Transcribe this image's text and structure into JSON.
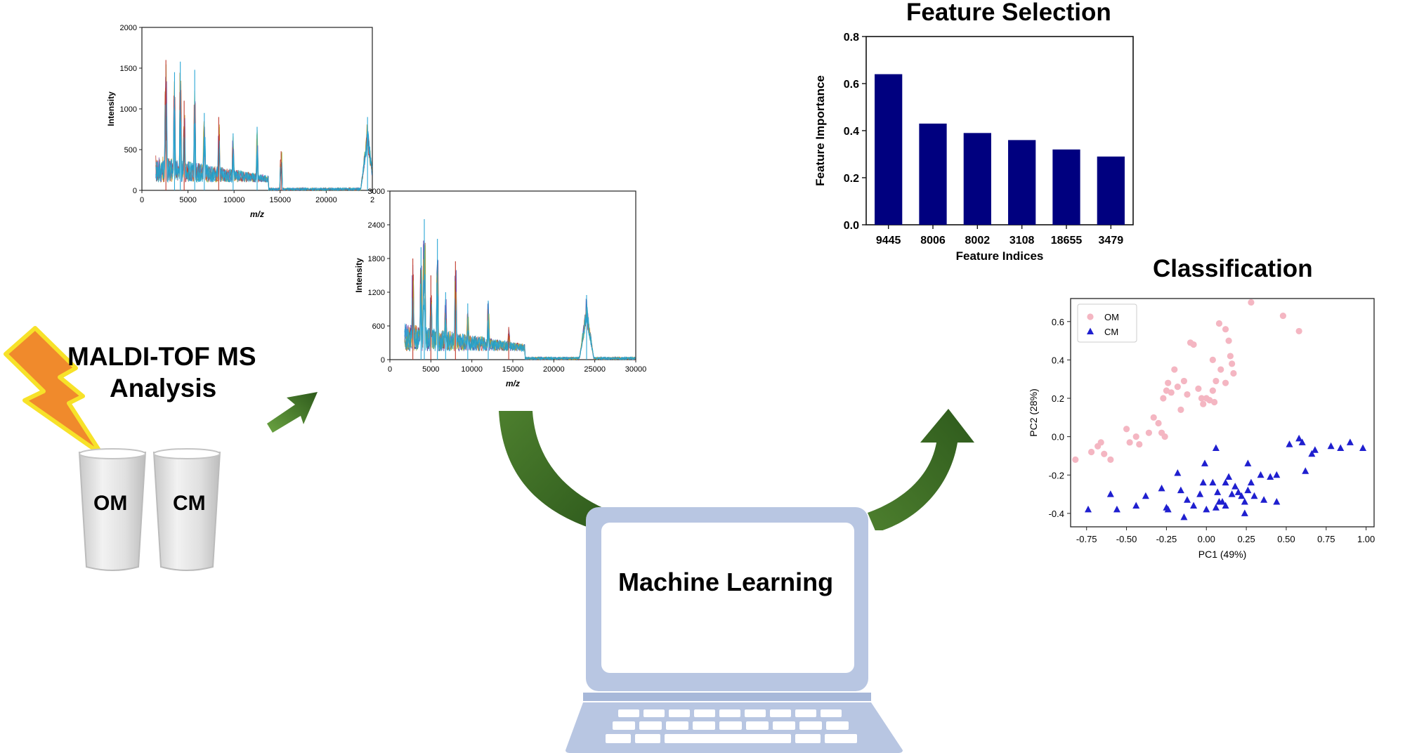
{
  "colors": {
    "bar": "#00007f",
    "om": "#f4b6c2",
    "cm": "#1f1fcf",
    "arrow_dark": "#2e5a1c",
    "arrow_light": "#6aa341",
    "laptop": "#b8c6e2",
    "laptop_screen": "#ffffff",
    "lightning": "#f08a2c",
    "lightning_edge": "#f7e229"
  },
  "labels": {
    "analysis_line1": "MALDI-TOF MS",
    "analysis_line2": "Analysis",
    "milk_om": "OM",
    "milk_cm": "CM",
    "machine_learning": "Machine Learning",
    "feature_selection": "Feature Selection",
    "classification": "Classification"
  },
  "icons": {
    "lightning": "lightning-icon",
    "glass": "milk-glass-icon",
    "laptop": "laptop-icon",
    "arrow": "curved-arrow-icon"
  },
  "chart_data": [
    {
      "id": "spectrum1",
      "type": "line",
      "ylabel": "Intensity",
      "xlabel": "m/z",
      "xlim": [
        0,
        24000
      ],
      "ylim": [
        0,
        2000
      ],
      "xticks": [
        "0",
        "5000",
        "10000",
        "15000",
        "20000",
        "2"
      ],
      "yticks": [
        "0",
        "500",
        "1000",
        "1500",
        "2000"
      ],
      "peaks": [
        [
          2500,
          1600
        ],
        [
          3400,
          1450
        ],
        [
          4000,
          1580
        ],
        [
          4400,
          1100
        ],
        [
          5500,
          1480
        ],
        [
          6500,
          950
        ],
        [
          8000,
          900
        ],
        [
          9500,
          700
        ],
        [
          12000,
          780
        ],
        [
          14500,
          480
        ],
        [
          23500,
          900
        ]
      ]
    },
    {
      "id": "spectrum2",
      "type": "line",
      "ylabel": "Intensity",
      "xlabel": "m/z",
      "xlim": [
        0,
        30000
      ],
      "ylim": [
        0,
        3000
      ],
      "xticks": [
        "0",
        "5000",
        "10000",
        "15000",
        "20000",
        "25000",
        "30000"
      ],
      "yticks": [
        "0",
        "600",
        "1200",
        "1800",
        "2400",
        "3000"
      ],
      "peaks": [
        [
          2800,
          1800
        ],
        [
          3800,
          2000
        ],
        [
          4200,
          2500
        ],
        [
          5000,
          1500
        ],
        [
          5800,
          2150
        ],
        [
          6800,
          1200
        ],
        [
          8000,
          1750
        ],
        [
          9500,
          1000
        ],
        [
          12000,
          1050
        ],
        [
          14500,
          580
        ],
        [
          24000,
          1150
        ]
      ]
    },
    {
      "id": "feature-selection",
      "type": "bar",
      "title": "Feature Selection",
      "xlabel": "Feature Indices",
      "ylabel": "Feature Importance",
      "categories": [
        "9445",
        "8006",
        "8002",
        "3108",
        "18655",
        "3479"
      ],
      "values": [
        0.64,
        0.43,
        0.39,
        0.36,
        0.32,
        0.29
      ],
      "ylim": [
        0,
        0.8
      ],
      "yticks": [
        "0.0",
        "0.2",
        "0.4",
        "0.6",
        "0.8"
      ]
    },
    {
      "id": "classification",
      "type": "scatter",
      "title": "Classification",
      "xlabel": "PC1 (49%)",
      "ylabel": "PC2 (28%)",
      "xlim": [
        -0.85,
        1.05
      ],
      "ylim": [
        -0.47,
        0.72
      ],
      "xticks": [
        "-0.75",
        "-0.50",
        "-0.25",
        "0.00",
        "0.25",
        "0.50",
        "0.75",
        "1.00"
      ],
      "yticks": [
        "-0.4",
        "-0.2",
        "0.0",
        "0.2",
        "0.4",
        "0.6"
      ],
      "legend": "top-left",
      "series": [
        {
          "name": "OM",
          "marker": "circle",
          "points": [
            [
              -0.82,
              -0.12
            ],
            [
              -0.72,
              -0.08
            ],
            [
              -0.68,
              -0.05
            ],
            [
              -0.66,
              -0.03
            ],
            [
              -0.64,
              -0.09
            ],
            [
              -0.6,
              -0.12
            ],
            [
              -0.5,
              0.04
            ],
            [
              -0.48,
              -0.03
            ],
            [
              -0.44,
              0.0
            ],
            [
              -0.42,
              -0.04
            ],
            [
              -0.36,
              0.02
            ],
            [
              -0.33,
              0.1
            ],
            [
              -0.3,
              0.07
            ],
            [
              -0.28,
              0.02
            ],
            [
              -0.26,
              0.0
            ],
            [
              -0.27,
              0.2
            ],
            [
              -0.25,
              0.24
            ],
            [
              -0.24,
              0.28
            ],
            [
              -0.22,
              0.23
            ],
            [
              -0.2,
              0.35
            ],
            [
              -0.18,
              0.26
            ],
            [
              -0.16,
              0.14
            ],
            [
              -0.14,
              0.29
            ],
            [
              -0.12,
              0.22
            ],
            [
              -0.1,
              0.49
            ],
            [
              -0.08,
              0.48
            ],
            [
              -0.05,
              0.25
            ],
            [
              -0.03,
              0.2
            ],
            [
              -0.02,
              0.17
            ],
            [
              0.0,
              0.2
            ],
            [
              0.02,
              0.19
            ],
            [
              0.04,
              0.24
            ],
            [
              0.06,
              0.29
            ],
            [
              0.04,
              0.4
            ],
            [
              0.05,
              0.18
            ],
            [
              0.08,
              0.59
            ],
            [
              0.12,
              0.56
            ],
            [
              0.14,
              0.5
            ],
            [
              0.15,
              0.42
            ],
            [
              0.16,
              0.38
            ],
            [
              0.17,
              0.33
            ],
            [
              0.12,
              0.28
            ],
            [
              0.09,
              0.35
            ],
            [
              0.28,
              0.7
            ],
            [
              0.48,
              0.63
            ],
            [
              0.58,
              0.55
            ]
          ]
        },
        {
          "name": "CM",
          "marker": "triangle",
          "points": [
            [
              -0.74,
              -0.38
            ],
            [
              -0.6,
              -0.3
            ],
            [
              -0.56,
              -0.38
            ],
            [
              -0.44,
              -0.36
            ],
            [
              -0.38,
              -0.31
            ],
            [
              -0.28,
              -0.27
            ],
            [
              -0.25,
              -0.37
            ],
            [
              -0.24,
              -0.38
            ],
            [
              -0.18,
              -0.19
            ],
            [
              -0.16,
              -0.28
            ],
            [
              -0.14,
              -0.42
            ],
            [
              -0.12,
              -0.33
            ],
            [
              -0.08,
              -0.36
            ],
            [
              -0.04,
              -0.3
            ],
            [
              -0.02,
              -0.24
            ],
            [
              -0.01,
              -0.14
            ],
            [
              0.0,
              -0.38
            ],
            [
              0.04,
              -0.24
            ],
            [
              0.06,
              -0.37
            ],
            [
              0.06,
              -0.06
            ],
            [
              0.07,
              -0.29
            ],
            [
              0.08,
              -0.34
            ],
            [
              0.1,
              -0.34
            ],
            [
              0.12,
              -0.36
            ],
            [
              0.12,
              -0.24
            ],
            [
              0.14,
              -0.21
            ],
            [
              0.16,
              -0.3
            ],
            [
              0.18,
              -0.26
            ],
            [
              0.2,
              -0.29
            ],
            [
              0.22,
              -0.31
            ],
            [
              0.24,
              -0.34
            ],
            [
              0.26,
              -0.28
            ],
            [
              0.26,
              -0.14
            ],
            [
              0.28,
              -0.24
            ],
            [
              0.3,
              -0.31
            ],
            [
              0.24,
              -0.4
            ],
            [
              0.34,
              -0.2
            ],
            [
              0.36,
              -0.33
            ],
            [
              0.4,
              -0.21
            ],
            [
              0.44,
              -0.2
            ],
            [
              0.44,
              -0.34
            ],
            [
              0.52,
              -0.04
            ],
            [
              0.58,
              -0.01
            ],
            [
              0.6,
              -0.03
            ],
            [
              0.62,
              -0.18
            ],
            [
              0.66,
              -0.09
            ],
            [
              0.68,
              -0.07
            ],
            [
              0.78,
              -0.05
            ],
            [
              0.84,
              -0.06
            ],
            [
              0.9,
              -0.03
            ],
            [
              0.98,
              -0.06
            ]
          ]
        }
      ]
    }
  ]
}
